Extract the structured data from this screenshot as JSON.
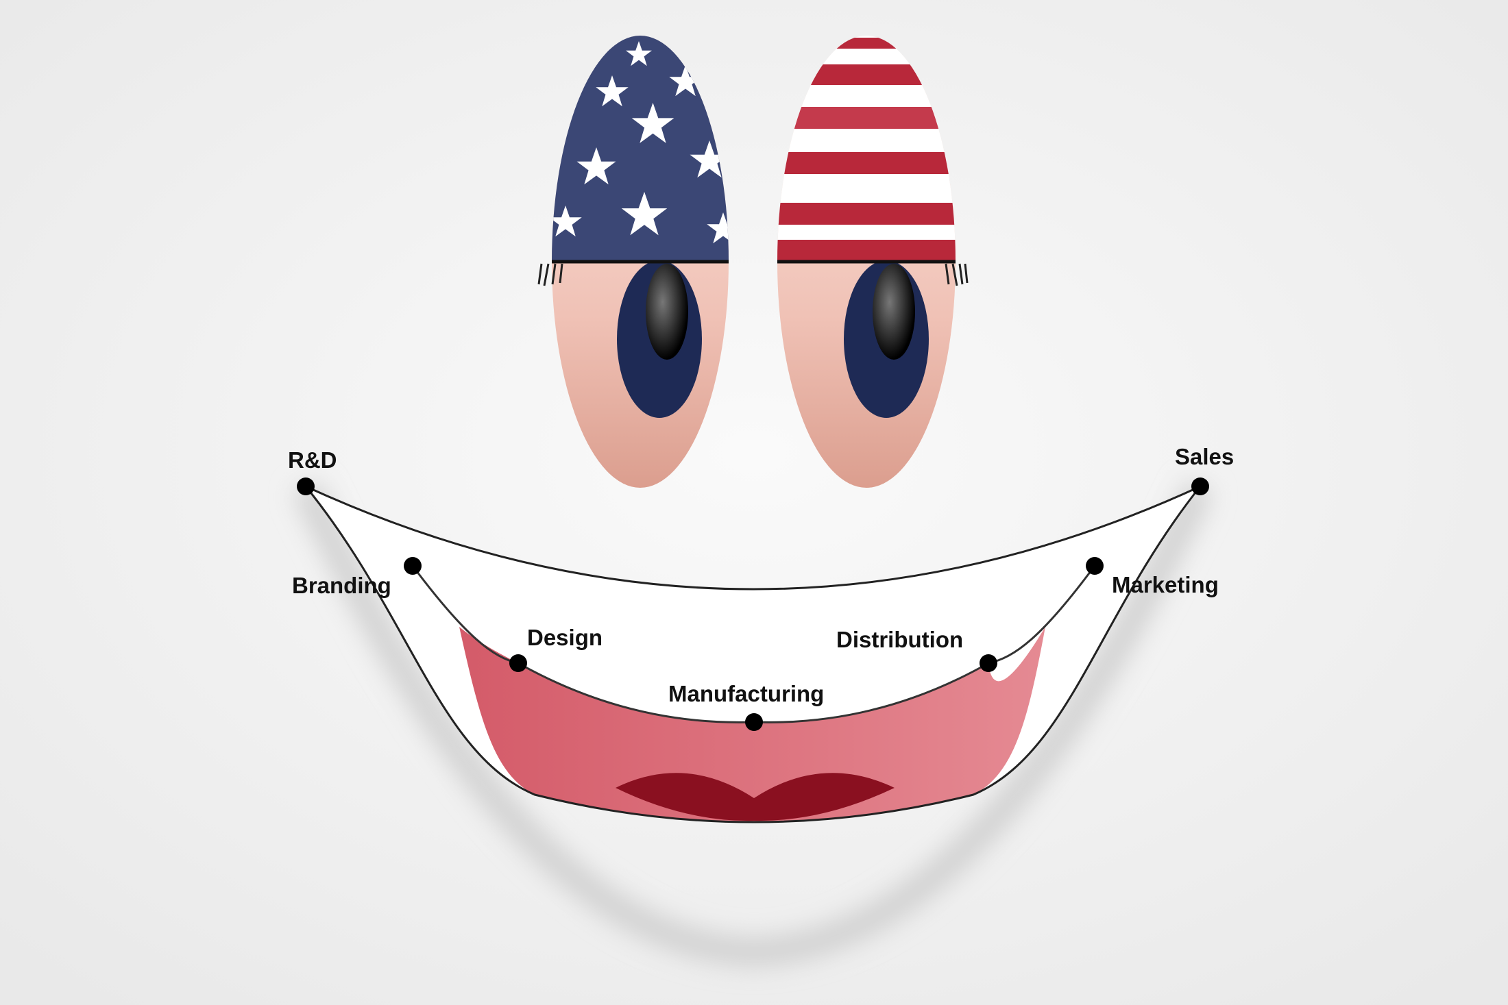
{
  "diagram": {
    "stages": [
      {
        "label": "R&D"
      },
      {
        "label": "Branding"
      },
      {
        "label": "Design"
      },
      {
        "label": "Manufacturing"
      },
      {
        "label": "Distribution"
      },
      {
        "label": "Marketing"
      },
      {
        "label": "Sales"
      }
    ]
  },
  "colors": {
    "flag_blue": "#3b4775",
    "flag_red": "#b8283a",
    "iris": "#1e2a55",
    "skin": "#e8b2a2",
    "mouth_red": "#dd6b78",
    "tongue": "#8a1020"
  }
}
